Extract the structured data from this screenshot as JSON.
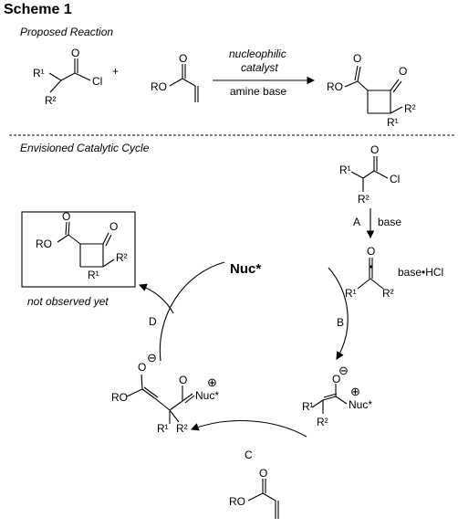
{
  "scheme_title": "Scheme 1",
  "proposed_reaction": {
    "heading": "Proposed Reaction",
    "reagent_above_line1": "nucleophilic",
    "reagent_above_line2": "catalyst",
    "reagent_below": "amine base",
    "plus": "+"
  },
  "catalytic_cycle": {
    "heading": "Envisioned Catalytic Cycle",
    "catalyst": "Nuc*",
    "step_a": "A",
    "step_a_reagent": "base",
    "step_b": "B",
    "step_c": "C",
    "step_d": "D",
    "byproduct": "base•HCl",
    "product_note": "not observed yet"
  },
  "atoms": {
    "cl": "Cl",
    "o": "O",
    "ro": "RO",
    "r1": "R¹",
    "r2": "R²",
    "nuc_plus": "Nuc*",
    "plus_charge": "⊕",
    "minus_charge": "⊖"
  }
}
